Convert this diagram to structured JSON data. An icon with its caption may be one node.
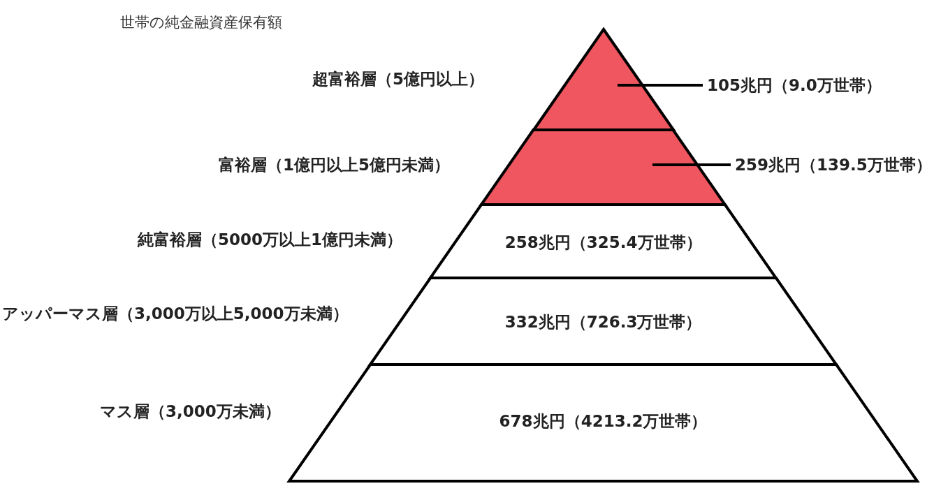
{
  "diagram": {
    "title": "世帯の純金融資産保有額",
    "nodes": [
      {
        "text": [],
        "shape": "triangle",
        "beside": [
          "超富裕層（5億円以上）"
        ]
      },
      {
        "text": [
          "105兆円（9.0万世帯）"
        ]
      },
      {
        "text": [],
        "shape": "trapezoid",
        "beside": [
          "富裕層（1億円以上5億円未満）"
        ]
      },
      {
        "text": [
          "259兆円（139.5万世帯）"
        ]
      },
      {
        "text": [
          "258兆円（325.4万世帯）"
        ],
        "beside": [
          "純富裕層（5000万以上1億円未満）"
        ]
      },
      {
        "text": [
          "332兆円（726.3万世帯）"
        ],
        "beside": [
          "アッパーマス層（3,000万以上5,000万未満）"
        ]
      },
      {
        "text": [
          "678兆円（4213.2万世帯）"
        ],
        "beside": [
          "マス層（3,000万未満）"
        ]
      }
    ],
    "edges": [
      {
        "from": 1,
        "to": 0,
        "arrow": "none"
      },
      {
        "from": 3,
        "to": 2,
        "arrow": "none"
      }
    ]
  }
}
